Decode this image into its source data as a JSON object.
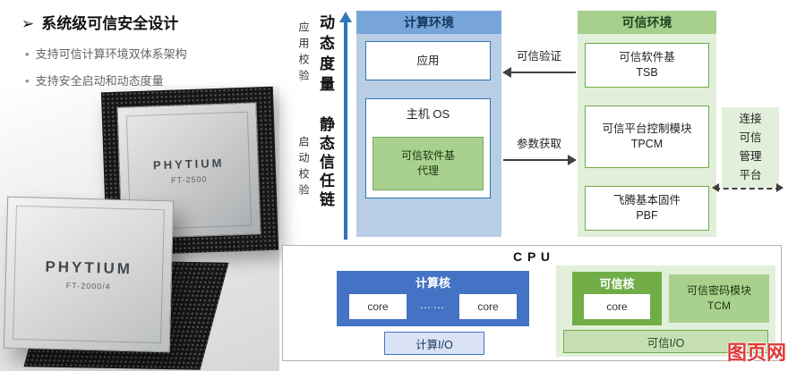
{
  "left_panel": {
    "marker": "➢",
    "title": "系统级可信安全设计",
    "bullet_marker": "•",
    "bullets": [
      "支持可信计算环境双体系架构",
      "支持安全启动和动态度量"
    ],
    "chips": {
      "front": {
        "brand": "PHYTIUM",
        "model": "FT-2500"
      },
      "back": {
        "brand": "PHYTIUM",
        "model": "FT-2000/4"
      }
    }
  },
  "axis": {
    "app_check": "应用校验",
    "dynamic_measure": "动态度量",
    "boot_check": "启动校验",
    "static_chain": "静态信任链"
  },
  "compute_env": {
    "title": "计算环境",
    "app_box": "应用",
    "os_box": "主机 OS",
    "agent_box": {
      "line1": "可信软件基",
      "line2": "代理"
    }
  },
  "trusted_env": {
    "title": "可信环境",
    "tsb": {
      "line1": "可信软件基",
      "line2": "TSB"
    },
    "tpcm": {
      "line1": "可信平台控制模块",
      "line2": "TPCM"
    },
    "pbf": {
      "line1": "飞腾基本固件",
      "line2": "PBF"
    }
  },
  "flows": {
    "verify_label": "可信验证",
    "params_label": "参数获取"
  },
  "manage_link": {
    "line1": "连接",
    "line2": "可信",
    "line3": "管理",
    "line4": "平台"
  },
  "cpu": {
    "title": "C P U",
    "compute": {
      "title": "计算核",
      "core_left": "core",
      "ellipsis": "……",
      "core_right": "core",
      "io": "计算I/O"
    },
    "trusted": {
      "title": "可信核",
      "core": "core",
      "tcm": {
        "line1": "可信密码模块",
        "line2": "TCM"
      },
      "io": "可信I/O"
    }
  },
  "watermark": "图页网",
  "colors": {
    "blue_header": "#77a5da",
    "blue_panel": "#b9cde4",
    "blue_core": "#4472c4",
    "green_header": "#a6d08c",
    "green_panel": "#e2efda",
    "green_core": "#70ad47",
    "green_box": "#a9d18e",
    "arrow_blue": "#2e75b6",
    "arrow_dark": "#404040",
    "watermark_red": "#e03a3a"
  }
}
